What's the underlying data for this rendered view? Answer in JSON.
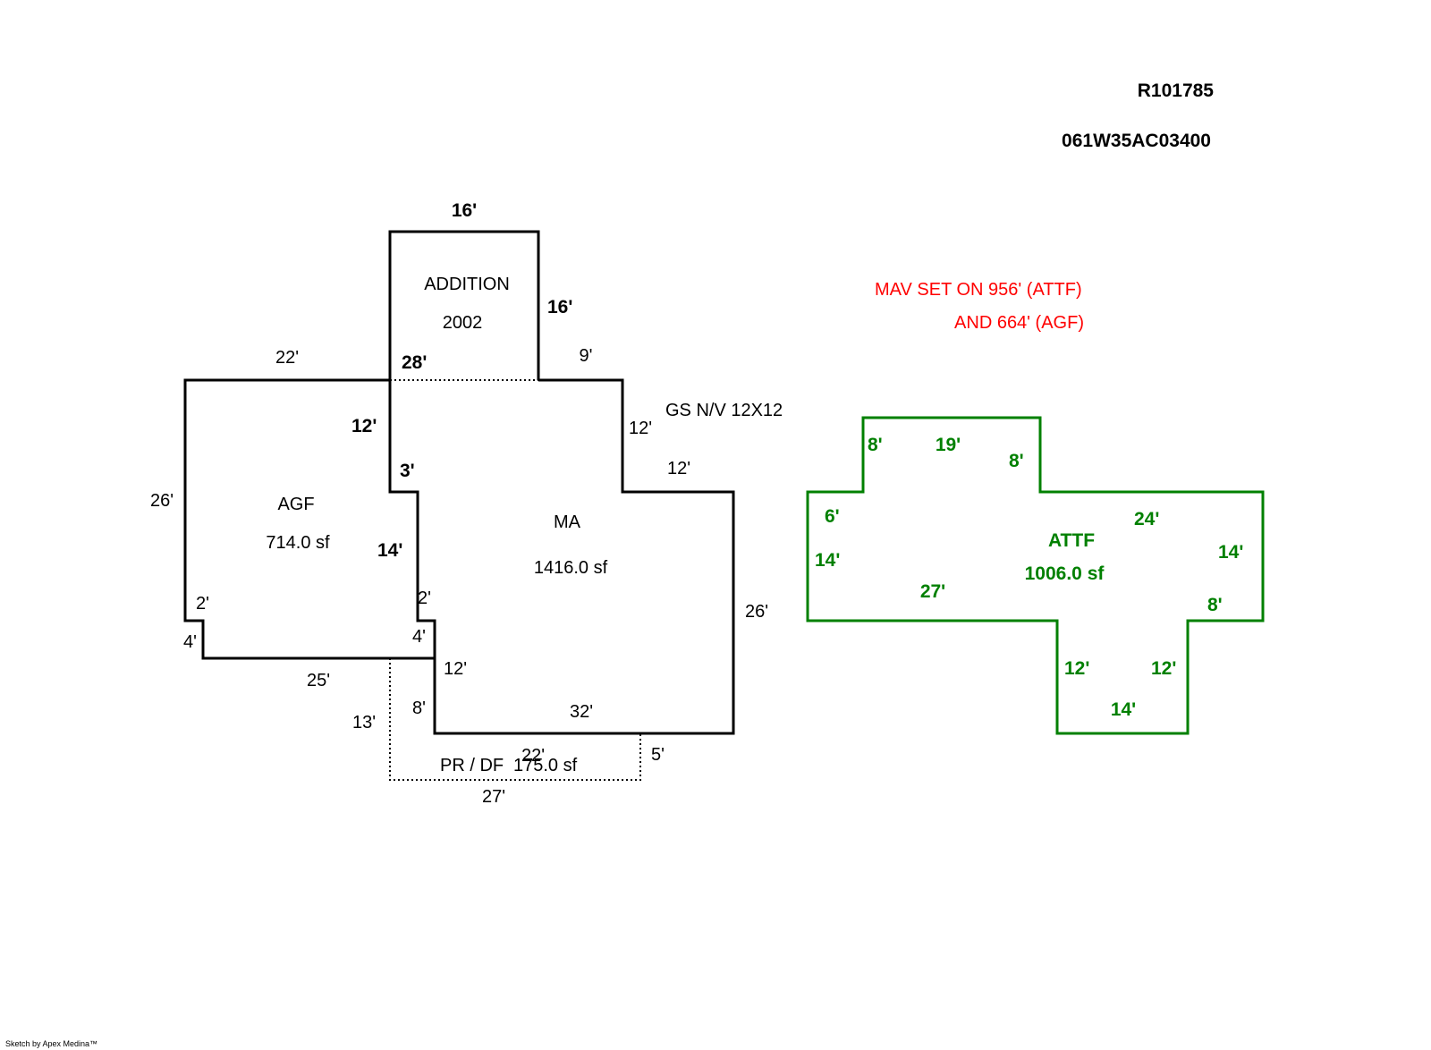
{
  "header": {
    "account_id": "R101785",
    "parcel_id": "061W35AC03400"
  },
  "note": {
    "line1": "MAV SET ON 956' (ATTF)",
    "line2": "AND 664' (AGF)",
    "color": "#ff0000"
  },
  "colors": {
    "main_walls": "#000000",
    "attf_walls": "#008000"
  },
  "areas": {
    "addition_name": "ADDITION",
    "addition_year": "2002",
    "agf_name": "AGF",
    "agf_area": "714.0 sf",
    "ma_name": "MA",
    "ma_area": "1416.0 sf",
    "porch_name": "PR / DF",
    "porch_area": "175.0 sf",
    "gs_note": "GS  N/V  12X12",
    "attf_name": "ATTF",
    "attf_area": "1006.0 sf"
  },
  "dimensions": {
    "addition_top": "16'",
    "addition_right": "16'",
    "addition_base": "28'",
    "agf_top": "22'",
    "ma_top_right": "9'",
    "ma_right_upper": "12'",
    "ma_step_top": "12'",
    "ma_right": "26'",
    "agf_left": "26'",
    "shared_12": "12'",
    "shared_3": "3'",
    "shared_14": "14'",
    "shared_2": "2'",
    "shared_4": "4'",
    "agf_2": "2'",
    "agf_4": "4'",
    "agf_bottom": "25'",
    "ma_12_lower": "12'",
    "ma_8": "8'",
    "ma_bottom": "32'",
    "porch_13": "13'",
    "porch_22": "22'",
    "porch_5": "5'",
    "porch_bottom": "27'"
  },
  "attf_dimensions": {
    "top_left_8": "8'",
    "top_19": "19'",
    "top_right_8": "8'",
    "left_6": "6'",
    "left_14": "14'",
    "bottom_27": "27'",
    "right_24": "24'",
    "right_14": "14'",
    "right_8": "8'",
    "stem_left_12": "12'",
    "stem_right_12": "12'",
    "stem_bottom_14": "14'"
  },
  "footer": {
    "credit": "Sketch by Apex Medina™"
  }
}
